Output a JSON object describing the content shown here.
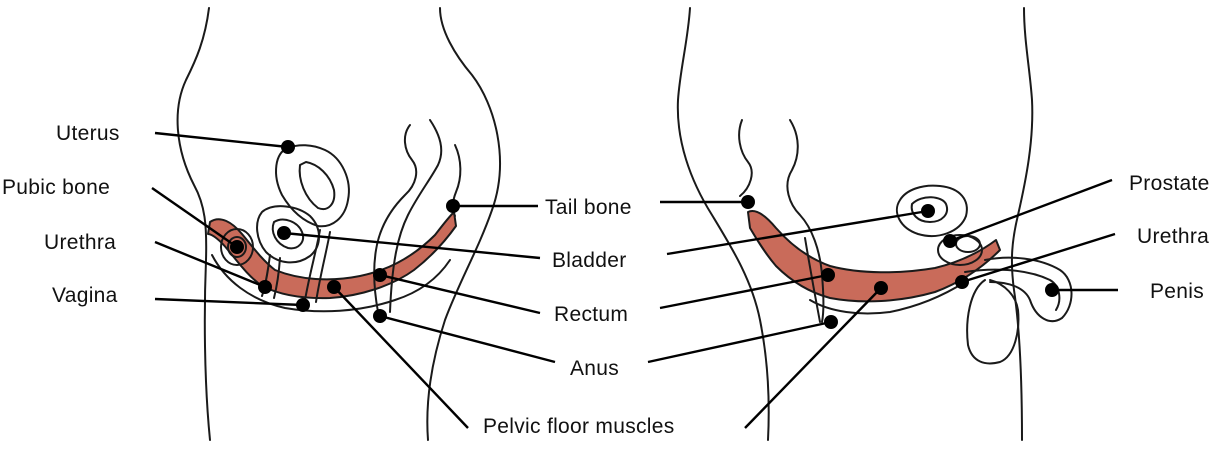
{
  "colors": {
    "muscle": "#c96b5a",
    "outline": "#1a1a1a",
    "background": "#ffffff"
  },
  "labels": {
    "uterus": "Uterus",
    "pubic_bone": "Pubic bone",
    "urethra_left": "Urethra",
    "vagina": "Vagina",
    "tail_bone": "Tail bone",
    "bladder": "Bladder",
    "rectum": "Rectum",
    "anus": "Anus",
    "pelvic_floor_muscles": "Pelvic floor muscles",
    "prostate": "Prostate",
    "urethra_right": "Urethra",
    "penis": "Penis"
  }
}
